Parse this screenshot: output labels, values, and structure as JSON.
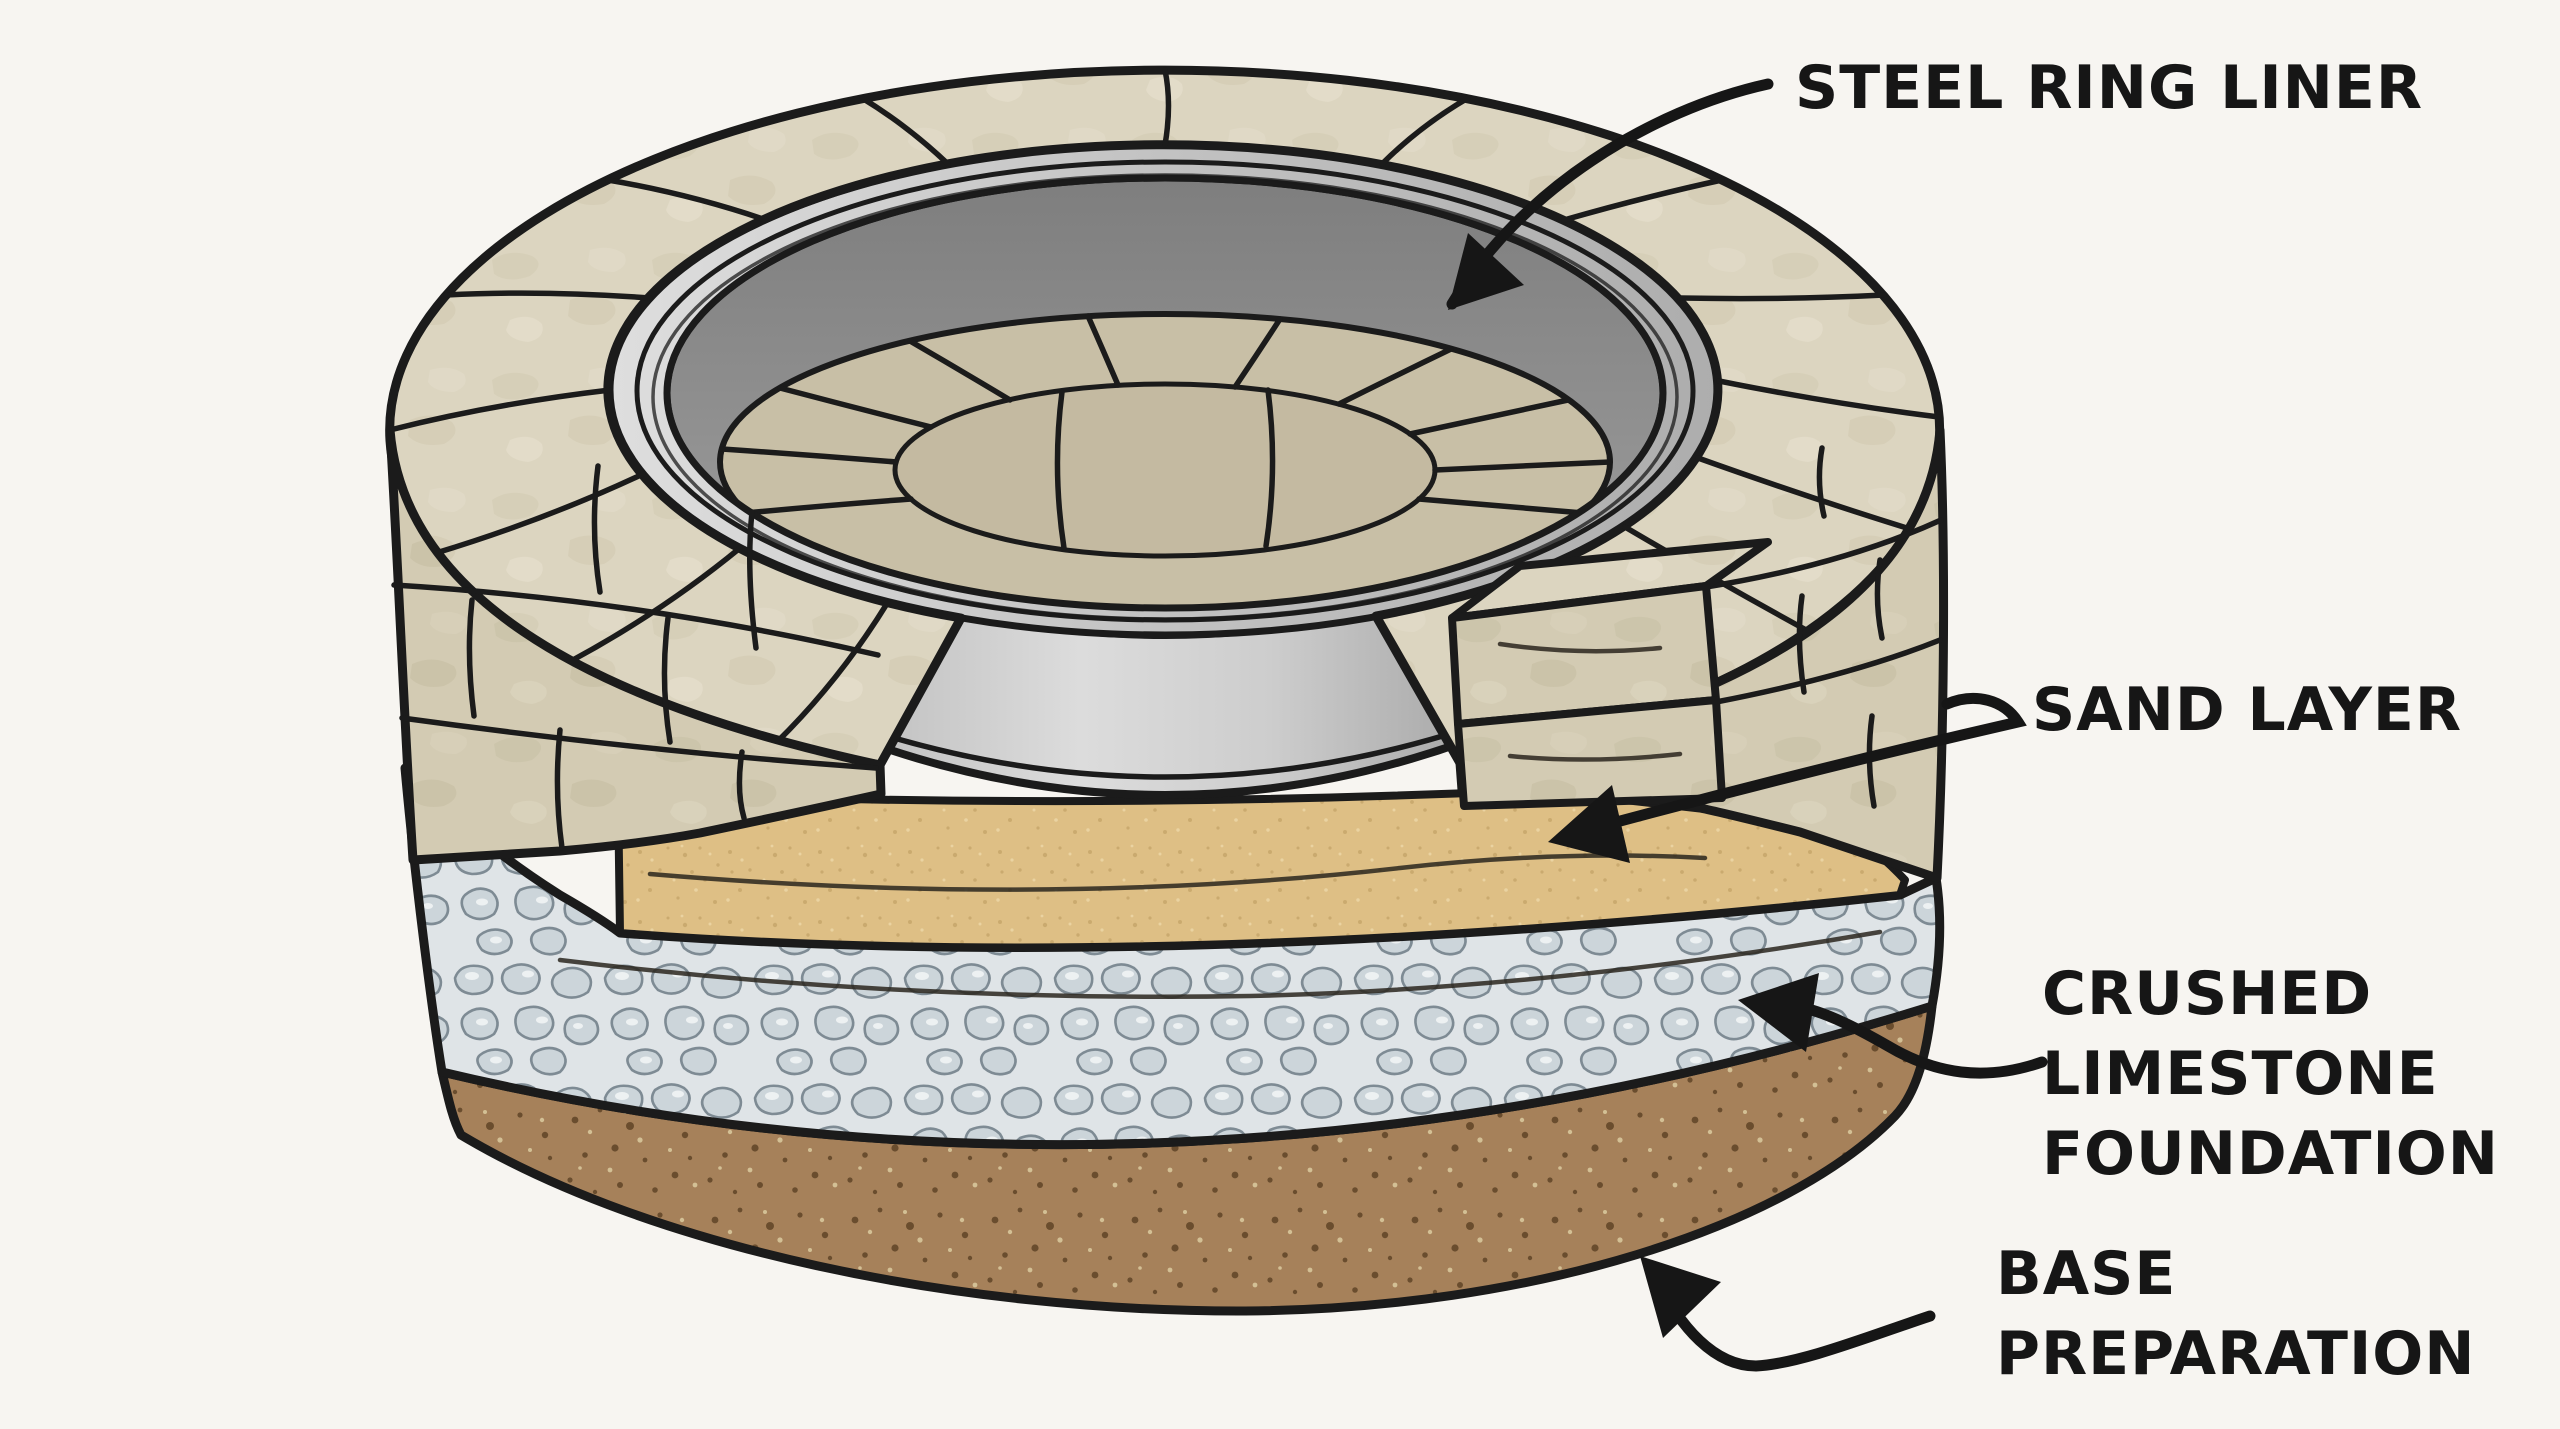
{
  "diagram": {
    "type": "fire-pit-cross-section",
    "background": "#f7f5f1",
    "outline_color": "#1b1b1b",
    "label_text_color": "#161616"
  },
  "labels": {
    "steel_ring_liner": {
      "text": "STEEL RING LINER"
    },
    "sand_layer": {
      "text": "SAND LAYER"
    },
    "crushed_limestone": {
      "lines": [
        "CRUSHED",
        "LIMESTONE",
        "FOUNDATION"
      ]
    },
    "base_preparation": {
      "lines": [
        "BASE",
        "PREPARATION"
      ]
    }
  },
  "layers": [
    {
      "name": "Steel ring liner",
      "color": "#c0c0c0"
    },
    {
      "name": "Stone block ring",
      "color": "#d9d2bd"
    },
    {
      "name": "Sand layer",
      "color": "#debf85"
    },
    {
      "name": "Crushed limestone foundation",
      "color": "#dfe4e7"
    },
    {
      "name": "Base preparation",
      "color": "#a6815a"
    }
  ]
}
